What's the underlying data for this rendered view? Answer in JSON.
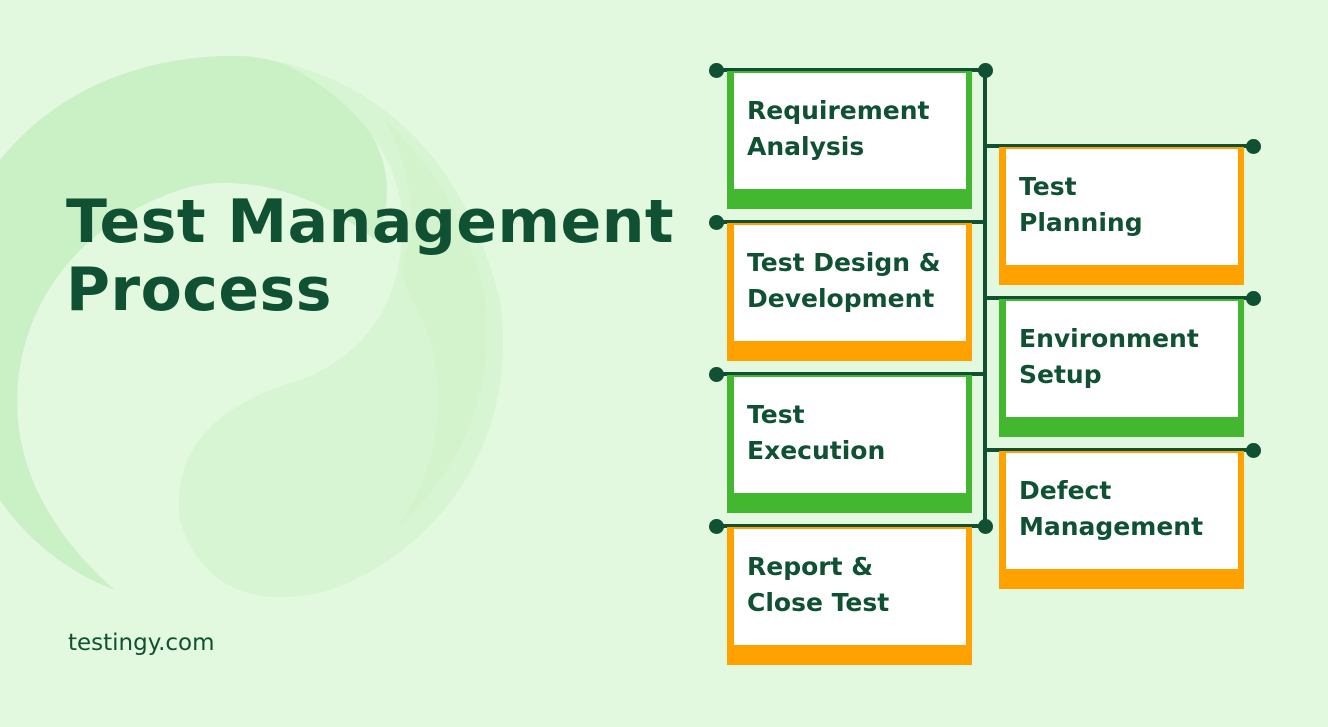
{
  "title": {
    "line1": "Test Management",
    "line2": "Process"
  },
  "footer": {
    "site": "testingy.com"
  },
  "colors": {
    "background": "#e2f8df",
    "dark_green": "#0f5132",
    "green": "#43b72f",
    "orange": "#ffa200"
  },
  "steps": [
    {
      "label": "Requirement\nAnalysis",
      "color": "green"
    },
    {
      "label": "Test\nPlanning",
      "color": "orange"
    },
    {
      "label": "Test Design &\nDevelopment",
      "color": "orange"
    },
    {
      "label": "Environment\nSetup",
      "color": "green"
    },
    {
      "label": "Test\nExecution",
      "color": "green"
    },
    {
      "label": "Defect\nManagement",
      "color": "orange"
    },
    {
      "label": "Report &\nClose Test",
      "color": "orange"
    }
  ]
}
